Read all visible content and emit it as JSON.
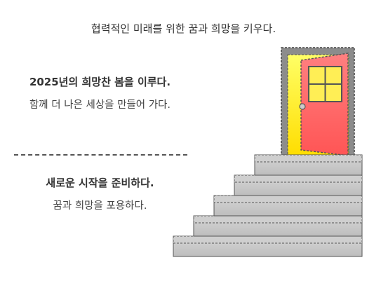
{
  "caption": "협력적인 미래를 위한 꿈과 희망을 키우다.",
  "section_1": {
    "title": "2025년의 희망찬 봄을 이루다.",
    "body": "함께 더 나은 세상을 만들어 가다."
  },
  "section_2": {
    "title": "새로운 시작을 준비하다.",
    "body": "꿈과 희망을 포용하다."
  },
  "illustration": {
    "door_icon": "open-door-icon",
    "stairs_icon": "stairs-icon",
    "colors": {
      "door_frame": "#8c8c8c",
      "door_light": "#ffee33",
      "door_panel": "#ff6666",
      "window": "#ffee55",
      "stairs": "#cccccc"
    }
  }
}
